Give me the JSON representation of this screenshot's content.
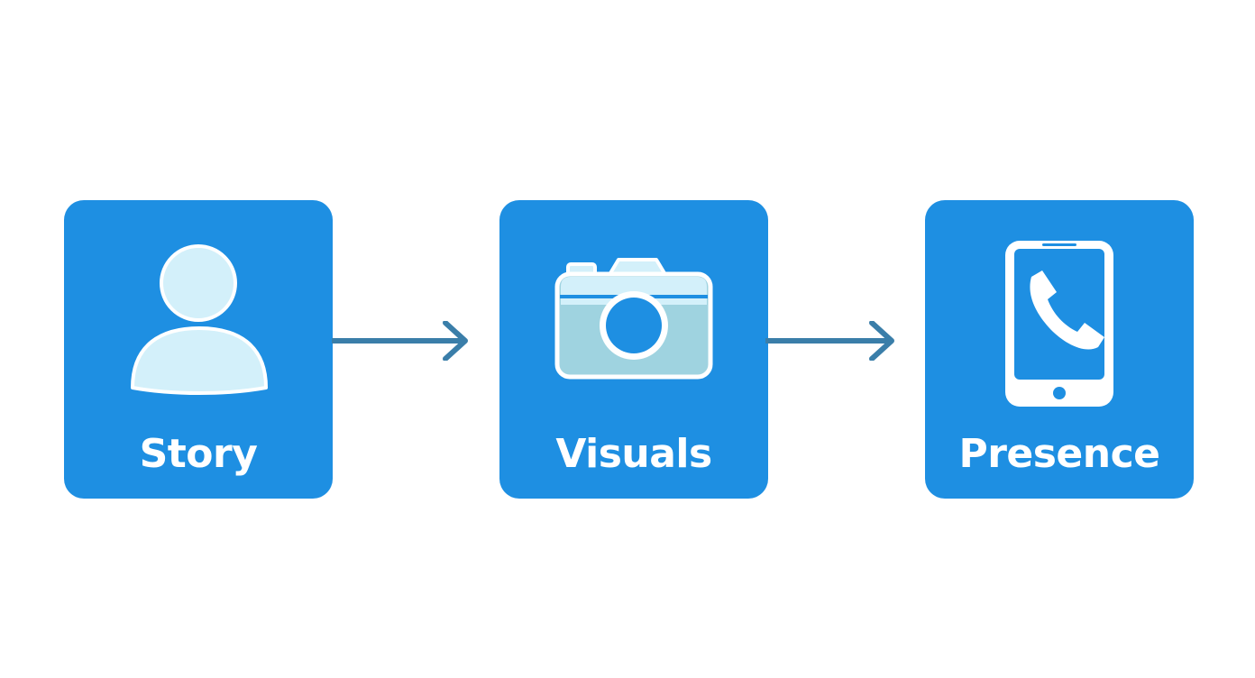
{
  "diagram": {
    "steps": [
      {
        "label": "Story",
        "icon": "person-icon"
      },
      {
        "label": "Visuals",
        "icon": "camera-icon"
      },
      {
        "label": "Presence",
        "icon": "smartphone-phone-icon"
      }
    ],
    "colors": {
      "card": "#1e8fe2",
      "arrow": "#3a7ea9",
      "icon_fill_light": "#d3f0fa",
      "icon_fill_medium": "#9fd3e0",
      "icon_stroke": "#ffffff"
    }
  }
}
